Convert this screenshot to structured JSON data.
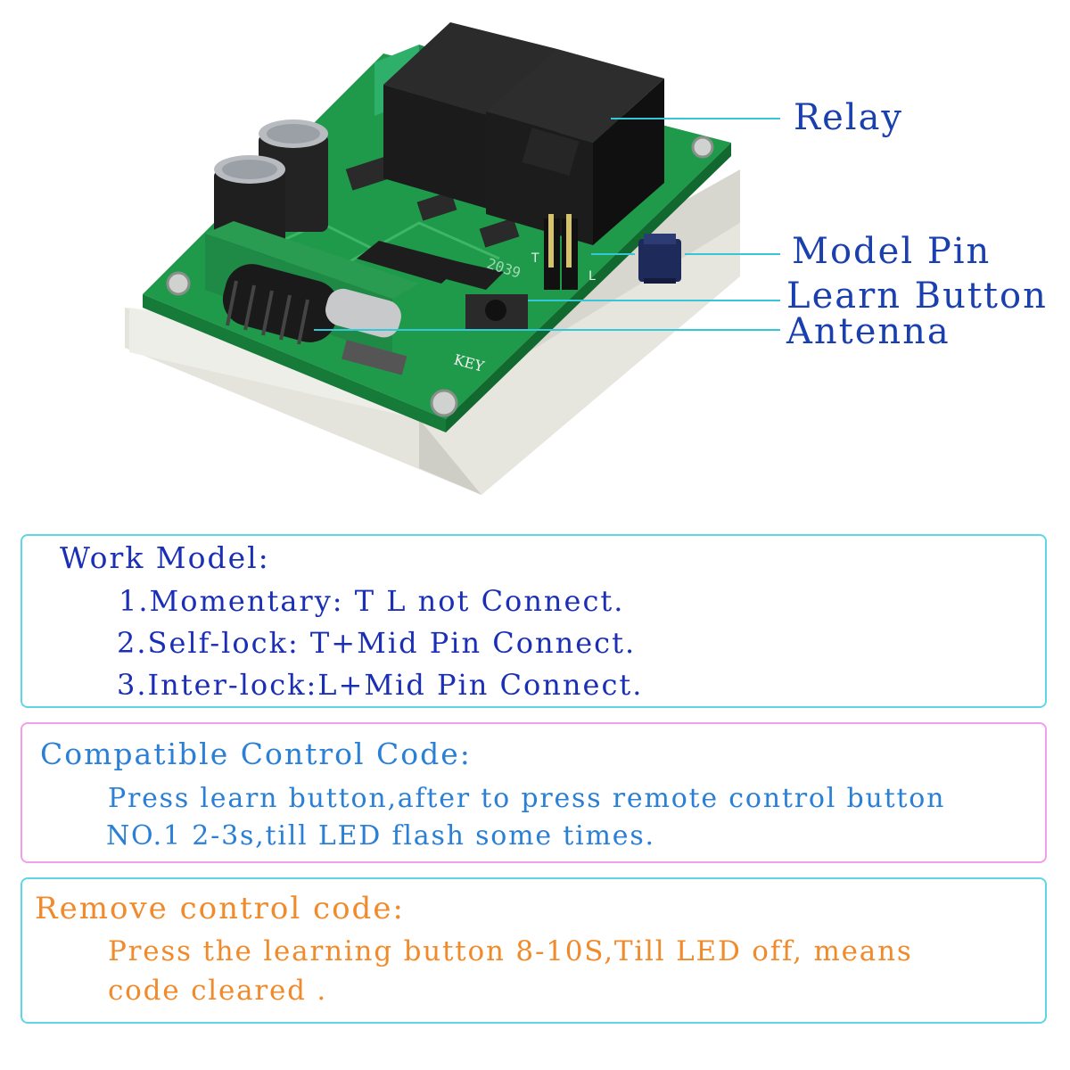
{
  "callouts": {
    "relay": "Relay",
    "model_pin": "Model Pin",
    "learn_button": "Learn Button",
    "antenna": "Antenna"
  },
  "board_markings": {
    "key": "KEY",
    "t": "T",
    "l": "L",
    "chip_code": "2039"
  },
  "work_model": {
    "heading": "Work Model:",
    "items": [
      "1.Momentary: T L not Connect.",
      "2.Self-lock: T+Mid Pin Connect.",
      "3.Inter-lock:L+Mid Pin Connect."
    ]
  },
  "compatible_code": {
    "heading": "Compatible Control Code:",
    "lines": [
      "Press learn button,after to press remote control button",
      "NO.1 2-3s,till LED flash some times."
    ]
  },
  "remove_code": {
    "heading": "Remove control code:",
    "lines": [
      "Press the learning button 8-10S,Till LED  off,  means",
      "code cleared ."
    ]
  },
  "colors": {
    "pcb_green": "#1f9a4a",
    "relay_black": "#1b1b1b",
    "base_white": "#ecece6",
    "callout_line": "#35c6d8",
    "box1_border": "#5fd6e6",
    "box2_border": "#f29ee8",
    "box3_border": "#5fd6e6",
    "heading_blue": "#1a2fb5",
    "text_light_blue": "#2a7fd6",
    "text_orange": "#f08a2a"
  }
}
